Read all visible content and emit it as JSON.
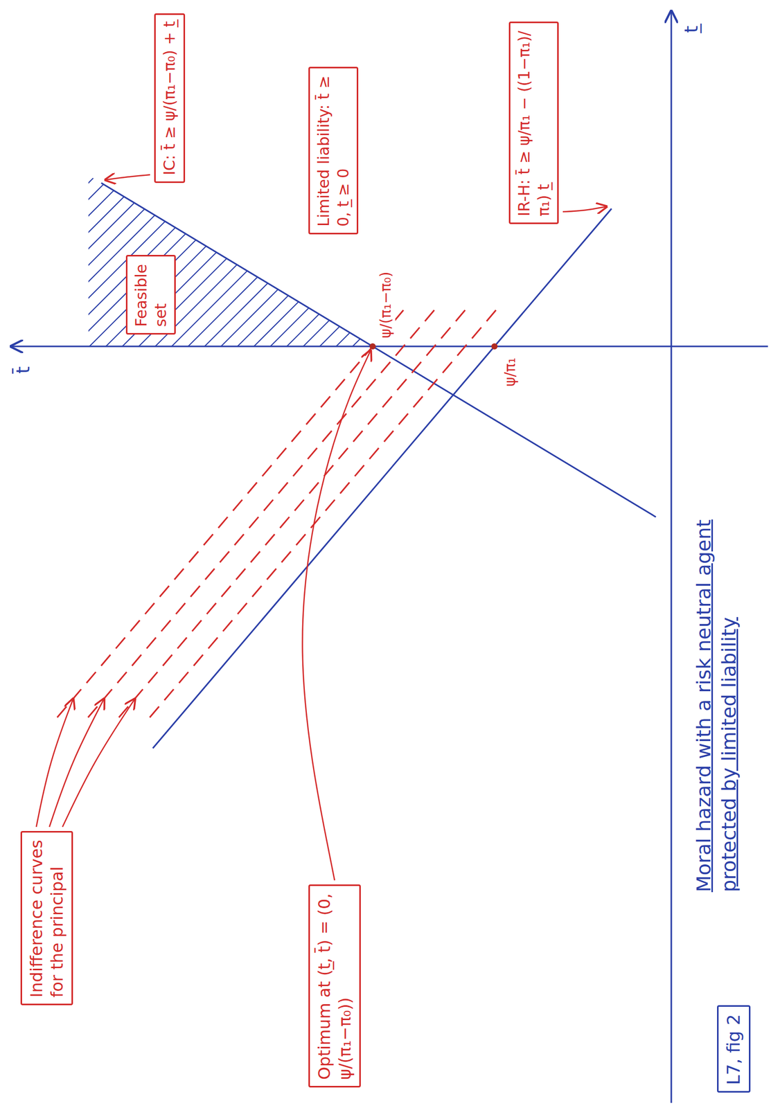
{
  "diagram": {
    "caption": "Moral hazard with a risk neutral agent protected by limited liability",
    "nodes": [
      {
        "text": [
          "Indifference curves for the principal"
        ]
      },
      {
        "text": [
          "IC: t̄ ≥ ψ/(π₁−π₀) + t̲"
        ]
      },
      {
        "text": [
          "Feasible set"
        ]
      },
      {
        "text": [
          "Limited liability: t̄ ≥ 0, t̲ ≥ 0"
        ]
      },
      {
        "text": [
          "Optimum at (t̲, t̄) = (0, ψ/(π₁−π₀))"
        ]
      },
      {
        "text": [
          "IR-H: t̄ ≥ ψ/π₁ − ((1−π₁)/π₁) t̲"
        ]
      },
      {
        "text": [
          "L7, fig 2"
        ]
      }
    ],
    "labels": [
      "t̄",
      "t̲",
      "ψ/(π₁−π₀)",
      "ψ/π₁"
    ]
  }
}
